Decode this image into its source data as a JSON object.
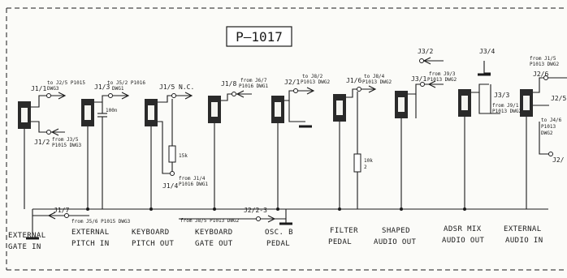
{
  "title": "P–1017",
  "modules": [
    {
      "label1": "EXTERNAL",
      "label2": "GATE IN",
      "pin_top": "J1/1",
      "note_top1": "to J2/5 P1015",
      "note_top2": "DWG3",
      "pin_bot": "J1/2",
      "note_bot1": "from J3/5",
      "note_bot2": "P1015 DWG3"
    },
    {
      "label1": "EXTERNAL",
      "label2": "PITCH IN",
      "pin_top": "J1/3",
      "note_top1": "to J5/2 P1016",
      "note_top2": "DWG1",
      "cap": "100n"
    },
    {
      "label1": "KEYBOARD",
      "label2": "PITCH OUT",
      "pin_top": "J1/5",
      "note_top1": "N.C.",
      "res": "15k",
      "pin_bot": "J1/4",
      "note_bot1": "from J1/4",
      "note_bot2": "P1016 DWG1"
    },
    {
      "label1": "KEYBOARD",
      "label2": "GATE OUT",
      "pin_top": "J1/8",
      "note_top1": "from J6/7",
      "note_top2": "P1016 DWG1"
    },
    {
      "label1": "OSC. B",
      "label2": "PEDAL",
      "pin_top": "J2/1",
      "note_top1": "to J8/2",
      "note_top2": "P1013 DWG2"
    },
    {
      "label1": "FILTER",
      "label2": "PEDAL",
      "pin_top": "J1/6",
      "note_top1": "to J8/4",
      "note_top2": "P1013 DWG2",
      "res": "10k",
      "res2": "2"
    },
    {
      "label1": "SHAPED",
      "label2": "AUDIO  OUT",
      "pin_top": "J3/1",
      "note_top1": "from J9/3",
      "note_top2": "P1013 DWG2",
      "pin_up": "J3/2"
    },
    {
      "label1": "ADSR MIX",
      "label2": "AUDIO OUT",
      "pin_top": "J3/3",
      "note_top1": "from J9/1",
      "note_top2": "P1013 DWG2",
      "pin_up": "J3/4"
    },
    {
      "label1": "EXTERNAL",
      "label2": "AUDIO IN",
      "pin_top": "J2/6",
      "note_top1": "from J1/5",
      "note_top2": "P1013 DWG2",
      "pin_r": "J2/5",
      "note_r1": "to J4/6",
      "note_r2": "P1013",
      "note_r3": "DWG2",
      "pin_r2": "J2/"
    }
  ],
  "bus": {
    "pin_j17": "J1/7",
    "note_j17": "from J5/6 P1015 DWG3",
    "pin_j223": "J2/2-3",
    "note_j223": "from J8/5 P1013 DWG2"
  }
}
